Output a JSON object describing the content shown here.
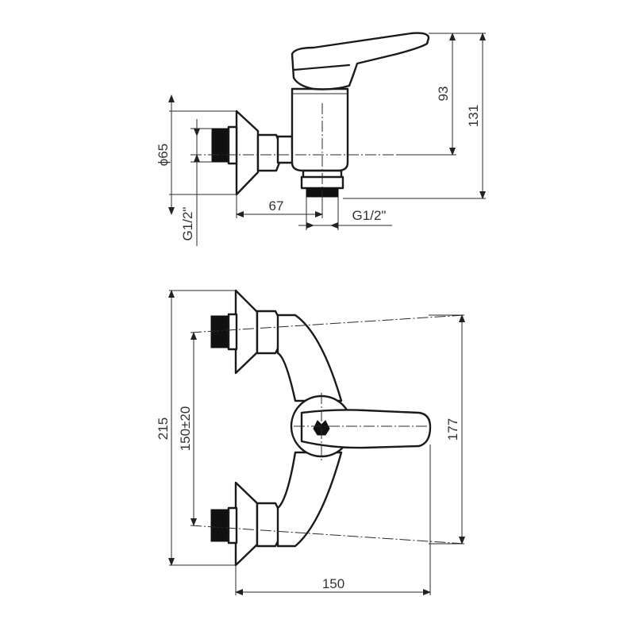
{
  "drawing": {
    "side_view": {
      "diameter_label": "ϕ65",
      "height_handle_label": "93",
      "height_total_label": "131",
      "depth_label": "67",
      "inlet_thread_label": "G1/2\"",
      "outlet_thread_label": "G1/2\""
    },
    "front_view": {
      "height_total_label": "215",
      "inlet_spacing_label": "150±20",
      "height_handle_label": "177",
      "width_label": "150"
    }
  }
}
